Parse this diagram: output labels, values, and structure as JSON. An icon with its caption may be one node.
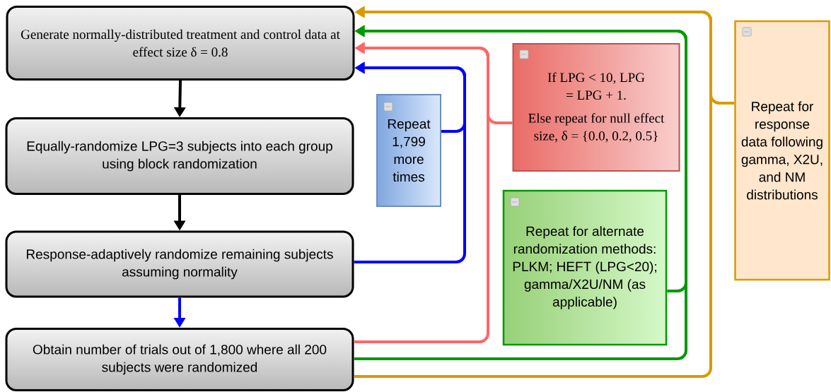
{
  "diagram": {
    "nodes": [
      {
        "text": [
          "Generate normally-distributed treatment and control data at effect size δ = 0.8"
        ]
      },
      {
        "text": [
          "Equally-randomize LPG=3 subjects into each group using block randomization"
        ]
      },
      {
        "text": [
          "Response-adaptively randomize remaining subjects assuming normality"
        ]
      },
      {
        "text": [
          "Obtain number of trials out of 1,800 where all 200 subjects were randomized"
        ]
      },
      {
        "text": [
          "Repeat 1,799 more times"
        ]
      },
      {
        "text": [
          "If LPG < 10, LPG = LPG + 1.",
          "Else repeat for null effect size, δ = {0.0, 0.2, 0.5}"
        ]
      },
      {
        "text": [
          "Repeat for alternate randomization methods: PLKM; HEFT (LPG<20); gamma/X2U/NM (as applicable)"
        ]
      },
      {
        "text": [
          "Repeat for response data following gamma, X2U, and NM distributions"
        ]
      }
    ],
    "edges": [
      {
        "from": 0,
        "to": 1,
        "arrow": "to",
        "color": "#000000"
      },
      {
        "from": 1,
        "to": 2,
        "arrow": "to",
        "color": "#000000"
      },
      {
        "from": 2,
        "to": 3,
        "arrow": "to",
        "color": "#0000ff"
      },
      {
        "from": 2,
        "to": 0,
        "arrow": "to",
        "color": "#0000ff"
      },
      {
        "from": 4,
        "to": 0,
        "arrow": "to",
        "color": "#0000ff"
      },
      {
        "from": 3,
        "to": 0,
        "arrow": "to",
        "color": "#ff6666"
      },
      {
        "from": 5,
        "to": 0,
        "arrow": "to",
        "color": "#ff6666"
      },
      {
        "from": 3,
        "to": 0,
        "arrow": "to",
        "color": "#009900"
      },
      {
        "from": 6,
        "to": 0,
        "arrow": "to",
        "color": "#009900"
      },
      {
        "from": 3,
        "to": 0,
        "arrow": "to",
        "color": "#d79b00"
      },
      {
        "from": 7,
        "to": 0,
        "arrow": "to",
        "color": "#d79b00"
      }
    ]
  }
}
